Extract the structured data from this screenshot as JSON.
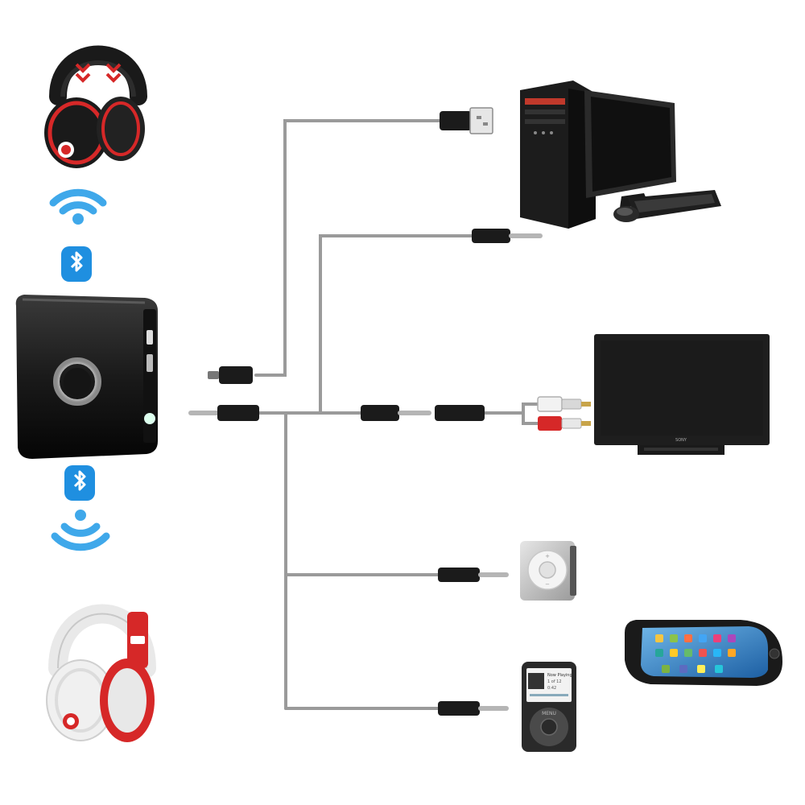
{
  "colors": {
    "cable": "#9a9a9a",
    "bluetooth": "#1f8fe0",
    "wifi": "#3fa8ea",
    "device_dark": "#1a1a1a",
    "red_accent": "#d62828",
    "white_accent": "#f2f2f2"
  },
  "icons": {
    "headphones_top": "black-red-headphones-icon",
    "headphones_bottom": "white-red-headphones-icon",
    "signal": "wifi-signal-icon",
    "bluetooth": "bluetooth-icon",
    "transmitter": "bluetooth-transmitter-receiver-icon",
    "computer": "desktop-computer-icon",
    "tv": "television-icon",
    "shuffle": "music-player-shuffle-icon",
    "classic": "music-player-classic-icon",
    "phone": "smartphone-icon"
  },
  "device_screens": {
    "tv_brand": "SONY",
    "classic_player_lines": [
      "Now Playing",
      "1 of 12",
      "0:42"
    ]
  }
}
